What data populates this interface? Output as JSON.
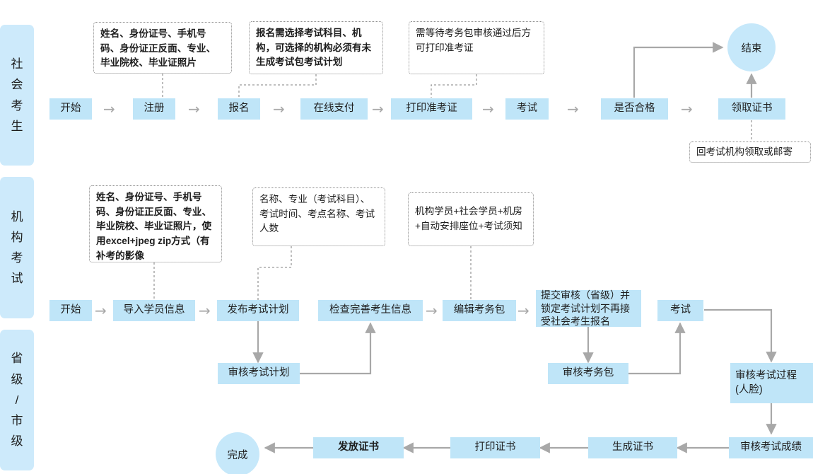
{
  "diagram": {
    "title": "考试流程图",
    "colors": {
      "node_fill": "#bfe5f8",
      "lane_fill": "#cdeafb",
      "terminator_fill": "#c6e8fa",
      "connector": "#a8a8a8",
      "note_border": "#8d8d8d",
      "text": "#1f1f1f"
    }
  },
  "lanes": [
    {
      "id": "lane-candidate",
      "label": "社会考生"
    },
    {
      "id": "lane-institution",
      "label": "机构考试"
    },
    {
      "id": "lane-province",
      "label": "省级/市级"
    }
  ],
  "row1": {
    "nodes": [
      {
        "id": "r1-start",
        "label": "开始"
      },
      {
        "id": "r1-register",
        "label": "注册"
      },
      {
        "id": "r1-signup",
        "label": "报名"
      },
      {
        "id": "r1-pay",
        "label": "在线支付"
      },
      {
        "id": "r1-print",
        "label": "打印准考证"
      },
      {
        "id": "r1-exam",
        "label": "考试"
      },
      {
        "id": "r1-qualify",
        "label": "是否合格"
      },
      {
        "id": "r1-cert",
        "label": "领取证书"
      }
    ],
    "terminator": {
      "id": "r1-end",
      "label": "结束"
    },
    "notes": [
      {
        "id": "note-register-fields",
        "text": "姓名、身份证号、手机号码、身份证正反面、专业、毕业院校、毕业证照片"
      },
      {
        "id": "note-signup-rule",
        "text": "报名需选择考试科目、机构，可选择的机构必须有未生成考试包考试计划"
      },
      {
        "id": "note-print-rule",
        "text": "需等待考务包审核通过后方可打印准考证"
      },
      {
        "id": "note-cert-pickup",
        "text": "回考试机构领取或邮寄"
      }
    ]
  },
  "row2": {
    "nodes": [
      {
        "id": "r2-start",
        "label": "开始"
      },
      {
        "id": "r2-import",
        "label": "导入学员信息"
      },
      {
        "id": "r2-publish",
        "label": "发布考试计划"
      },
      {
        "id": "r2-check",
        "label": "检查完善考生信息"
      },
      {
        "id": "r2-editpkg",
        "label": "编辑考务包"
      },
      {
        "id": "r2-submit",
        "label": "提交审核（省级）并锁定考试计划不再接受社会考生报名"
      },
      {
        "id": "r2-exam",
        "label": "考试"
      },
      {
        "id": "r2-auditplan",
        "label": "审核考试计划"
      },
      {
        "id": "r2-auditpkg",
        "label": "审核考务包"
      },
      {
        "id": "r2-auditprocess",
        "label": "审核考试过程\n(人脸)"
      }
    ],
    "notes": [
      {
        "id": "note-student-fields",
        "text": "姓名、身份证号、手机号码、身份证正反面、专业、毕业院校、毕业证照片，使用excel+jpeg zip方式（有补考的影像"
      },
      {
        "id": "note-plan-fields",
        "text": "名称、专业（考试科目）、考试时间、考点名称、考试人数"
      },
      {
        "id": "note-pkg-fields",
        "text": "机构学员+社会学员+机房+自动安排座位+考试须知"
      }
    ]
  },
  "row3": {
    "nodes": [
      {
        "id": "r3-auditscore",
        "label": "审核考试成绩"
      },
      {
        "id": "r3-gencert",
        "label": "生成证书"
      },
      {
        "id": "r3-printcert",
        "label": "打印证书"
      },
      {
        "id": "r3-issuecert",
        "label": "发放证书"
      }
    ],
    "terminator": {
      "id": "r3-done",
      "label": "完成"
    }
  },
  "arrow_glyph": "→"
}
